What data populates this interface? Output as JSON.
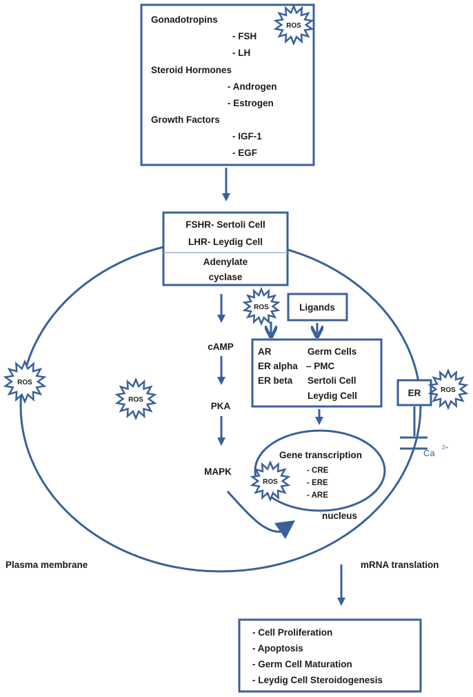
{
  "hormones": {
    "items": [
      "Gonadotropins",
      "- FSH",
      "- LH",
      "Steroid Hormones",
      "- Androgen",
      "- Estrogen",
      "Growth Factors",
      "- IGF-1",
      "- EGF"
    ]
  },
  "receptors": {
    "fshr": "FSHR- Sertoli Cell",
    "lhr": "LHR- Leydig Cell",
    "adenylate": "Adenylate",
    "cyclase": "cyclase"
  },
  "pathway": {
    "camp": "cAMP",
    "pka": "PKA",
    "mapk": "MAPK"
  },
  "ligands": {
    "label": "Ligands"
  },
  "steroid_receptors": {
    "left": [
      "AR",
      "ER alpha",
      "ER beta"
    ],
    "right": [
      "Germ Cells",
      "–  PMC",
      "Sertoli Cell",
      "Leydig  Cell"
    ]
  },
  "nucleus": {
    "title": "Gene transcription",
    "elements": [
      "- CRE",
      "- ERE",
      "- ARE"
    ],
    "label": "nucleus"
  },
  "membrane": {
    "er": "ER",
    "calcium": "Ca",
    "calcium_sup": "2+",
    "plasma_membrane": "Plasma  membrane",
    "mrna": "mRNA translation"
  },
  "ros": {
    "label": "ROS"
  },
  "outcomes": {
    "items": [
      "-    Cell  Proliferation",
      "-    Apoptosis",
      "-    Germ Cell Maturation",
      "-    Leydig Cell Steroidogenesis"
    ]
  },
  "colors": {
    "accent": "#3a5f9a",
    "text": "#1a1a1a",
    "background": "#ffffff"
  }
}
